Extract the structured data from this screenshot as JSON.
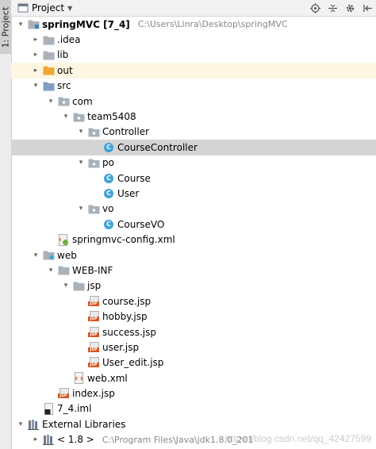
{
  "side_tab": {
    "label": "1: Project"
  },
  "header": {
    "title": "Project"
  },
  "tree": [
    {
      "label": "springMVC [7_4]",
      "path": "C:\\Users\\Linra\\Desktop\\springMVC",
      "depth": 0,
      "arrow": "open",
      "icon": "module-folder",
      "bold": true
    },
    {
      "label": ".idea",
      "depth": 1,
      "arrow": "closed",
      "icon": "folder"
    },
    {
      "label": "lib",
      "depth": 1,
      "arrow": "closed",
      "icon": "folder"
    },
    {
      "label": "out",
      "depth": 1,
      "arrow": "closed",
      "icon": "folder-orange",
      "highlight": true
    },
    {
      "label": "src",
      "depth": 1,
      "arrow": "open",
      "icon": "folder-source"
    },
    {
      "label": "com",
      "depth": 2,
      "arrow": "open",
      "icon": "package"
    },
    {
      "label": "team5408",
      "depth": 3,
      "arrow": "open",
      "icon": "package"
    },
    {
      "label": "Controller",
      "depth": 4,
      "arrow": "open",
      "icon": "package"
    },
    {
      "label": "CourseController",
      "depth": 5,
      "arrow": "none",
      "icon": "class",
      "selected": true
    },
    {
      "label": "po",
      "depth": 4,
      "arrow": "open",
      "icon": "package"
    },
    {
      "label": "Course",
      "depth": 5,
      "arrow": "none",
      "icon": "class"
    },
    {
      "label": "User",
      "depth": 5,
      "arrow": "none",
      "icon": "class"
    },
    {
      "label": "vo",
      "depth": 4,
      "arrow": "open",
      "icon": "package"
    },
    {
      "label": "CourseVO",
      "depth": 5,
      "arrow": "none",
      "icon": "class"
    },
    {
      "label": "springmvc-config.xml",
      "depth": 2,
      "arrow": "none",
      "icon": "xml-spring"
    },
    {
      "label": "web",
      "depth": 1,
      "arrow": "open",
      "icon": "folder-web"
    },
    {
      "label": "WEB-INF",
      "depth": 2,
      "arrow": "open",
      "icon": "folder"
    },
    {
      "label": "jsp",
      "depth": 3,
      "arrow": "open",
      "icon": "folder"
    },
    {
      "label": "course.jsp",
      "depth": 4,
      "arrow": "none",
      "icon": "jsp"
    },
    {
      "label": "hobby.jsp",
      "depth": 4,
      "arrow": "none",
      "icon": "jsp"
    },
    {
      "label": "success.jsp",
      "depth": 4,
      "arrow": "none",
      "icon": "jsp"
    },
    {
      "label": "user.jsp",
      "depth": 4,
      "arrow": "none",
      "icon": "jsp"
    },
    {
      "label": "User_edit.jsp",
      "depth": 4,
      "arrow": "none",
      "icon": "jsp"
    },
    {
      "label": "web.xml",
      "depth": 3,
      "arrow": "none",
      "icon": "xml"
    },
    {
      "label": "index.jsp",
      "depth": 2,
      "arrow": "none",
      "icon": "jsp"
    },
    {
      "label": "7_4.iml",
      "depth": 1,
      "arrow": "none",
      "icon": "iml"
    },
    {
      "label": "External Libraries",
      "depth": 0,
      "arrow": "open",
      "icon": "libraries"
    },
    {
      "label": "< 1.8 >",
      "path": "C:\\Program Files\\Java\\jdk1.8.0_201",
      "depth": 1,
      "arrow": "closed",
      "icon": "jdk"
    }
  ],
  "watermark": "https://blog.csdn.net/qq_42427599",
  "colors": {
    "selection": "#d4d4d4",
    "folder": "#a9b1ba",
    "orange": "#f0a732",
    "class": "#3fa3d6",
    "jsp_tag": "#d8541f"
  }
}
